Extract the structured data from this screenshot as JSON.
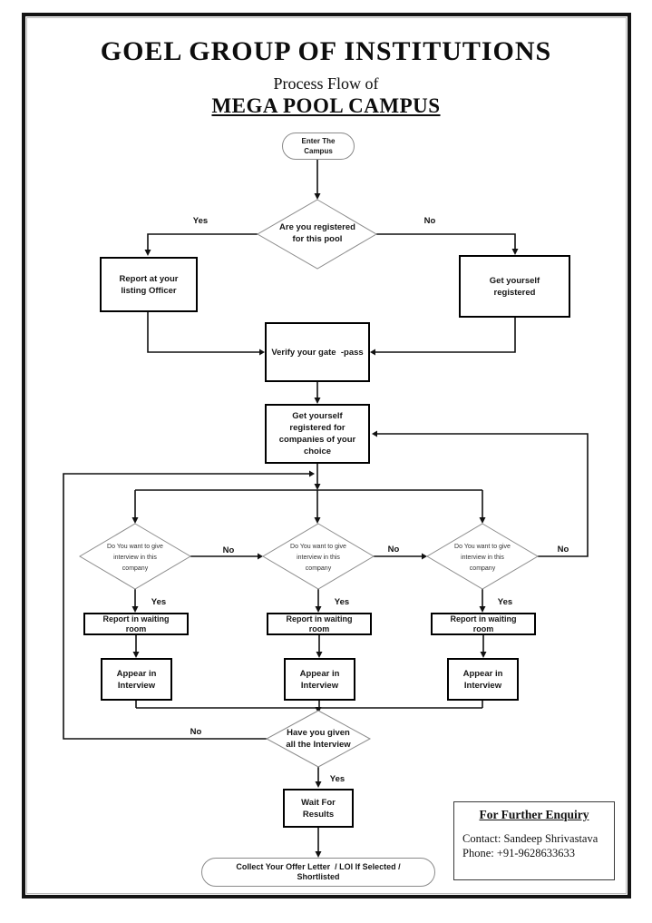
{
  "header": {
    "org": "GOEL GROUP OF INSTITUTIONS",
    "subtitle": "Process Flow of",
    "event": "MEGA POOL CAMPUS"
  },
  "labels": {
    "yes": "Yes",
    "no": "No"
  },
  "nodes": {
    "start": "Enter The\nCampus",
    "registered_q": "Are you registered\nfor this pool",
    "report_officer": "Report at your\nlisting Officer",
    "get_registered": "Get yourself\nregistered",
    "verify_pass": "Verify your gate  -pass",
    "register_companies": "Get yourself\nregistered for\ncompanies of your\nchoice",
    "interview_q": "Do You want to give\ninterview in this\ncompany",
    "report_waiting": "Report in waiting\nroom",
    "appear_interview": "Appear in\nInterview",
    "given_all_q": "Have you given\nall the Interview",
    "wait_results": "Wait For\nResults",
    "collect": "Collect Your Offer Letter  / LOI If Selected /\nShortlisted"
  },
  "enquiry": {
    "title": "For Further Enquiry",
    "contact": "Contact: Sandeep Shrivastava",
    "phone": "Phone: +91-9628633633"
  }
}
